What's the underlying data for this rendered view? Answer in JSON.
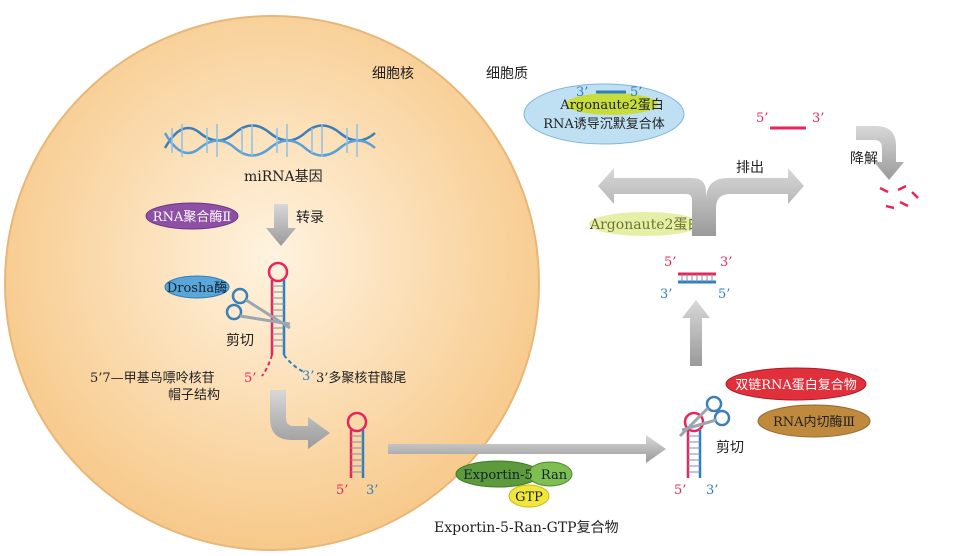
{
  "labels": {
    "nucleus": "细胞核",
    "cytoplasm": "细胞质",
    "mirna_gene": "miRNA基因",
    "rna_pol": "RNA聚合酶Ⅱ",
    "transcription": "转录",
    "drosha": "Drosha酶",
    "cut1": "剪切",
    "cap_line1": "5’7—甲基鸟嘌呤核苷",
    "cap_line2": "帽子结构",
    "polya": "3’多聚核苷酸尾",
    "exportin": "Exportin-5",
    "ran": "Ran",
    "gtp": "GTP",
    "exportin_complex": "Exportin-5-Ran-GTP复合物",
    "dsrna_complex": "双链RNA蛋白复合物",
    "dicer": "RNA内切酶Ⅲ",
    "cut2": "剪切",
    "argonaute": "Argonaute2蛋白",
    "risc_line1": "Argonaute2蛋白",
    "risc_line2": "RNA诱导沉默复合体",
    "expel": "排出",
    "degrade": "降解",
    "five_prime": "5’",
    "three_prime": "3’"
  },
  "colors": {
    "nucleus_fill": "#fbd9a6",
    "red_strand": "#e8245a",
    "blue_strand": "#2f7fc0",
    "arrow_gray": "#b0b0b0",
    "rna_pol": "#8e4fa6",
    "drosha": "#5aa6d8",
    "exportin": "#5c9a3c",
    "gtp": "#f2e63a",
    "dsrna_complex": "#e0303c",
    "dicer": "#c08a3e",
    "risc": "#bfe0f2",
    "argonaute_inner": "#c8dc3c"
  },
  "icons": [
    "scissors-icon",
    "dna-helix-icon"
  ]
}
